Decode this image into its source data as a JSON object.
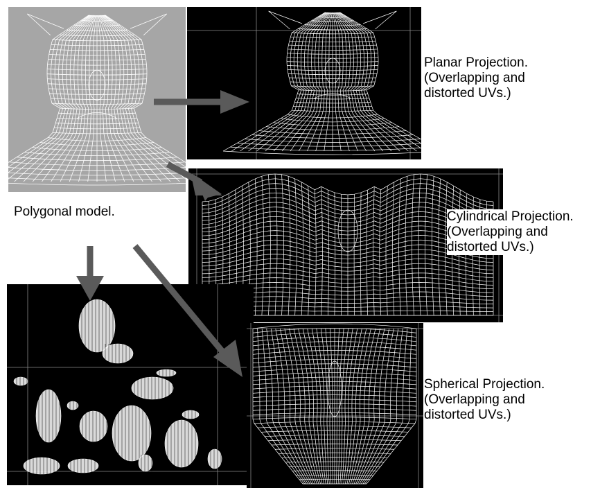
{
  "labels": {
    "polygonal_model": "Polygonal model.",
    "planar": {
      "title": "Planar Projection.",
      "line2": "(Overlapping and",
      "line3": "distorted UVs.)"
    },
    "cylindrical": {
      "title": "Cylindrical Projection.",
      "line2": "(Overlapping and",
      "line3": "distorted UVs.)"
    },
    "spherical": {
      "title": "Spherical Projection.",
      "line2": "(Overlapping and",
      "line3": "distorted UVs.)"
    }
  },
  "colors": {
    "model_background": "#a6a6a6",
    "uv_background": "#000000",
    "wire": "#ffffff",
    "arrow": "#5a5a5a",
    "uv_grid": "#8a8a8a"
  }
}
